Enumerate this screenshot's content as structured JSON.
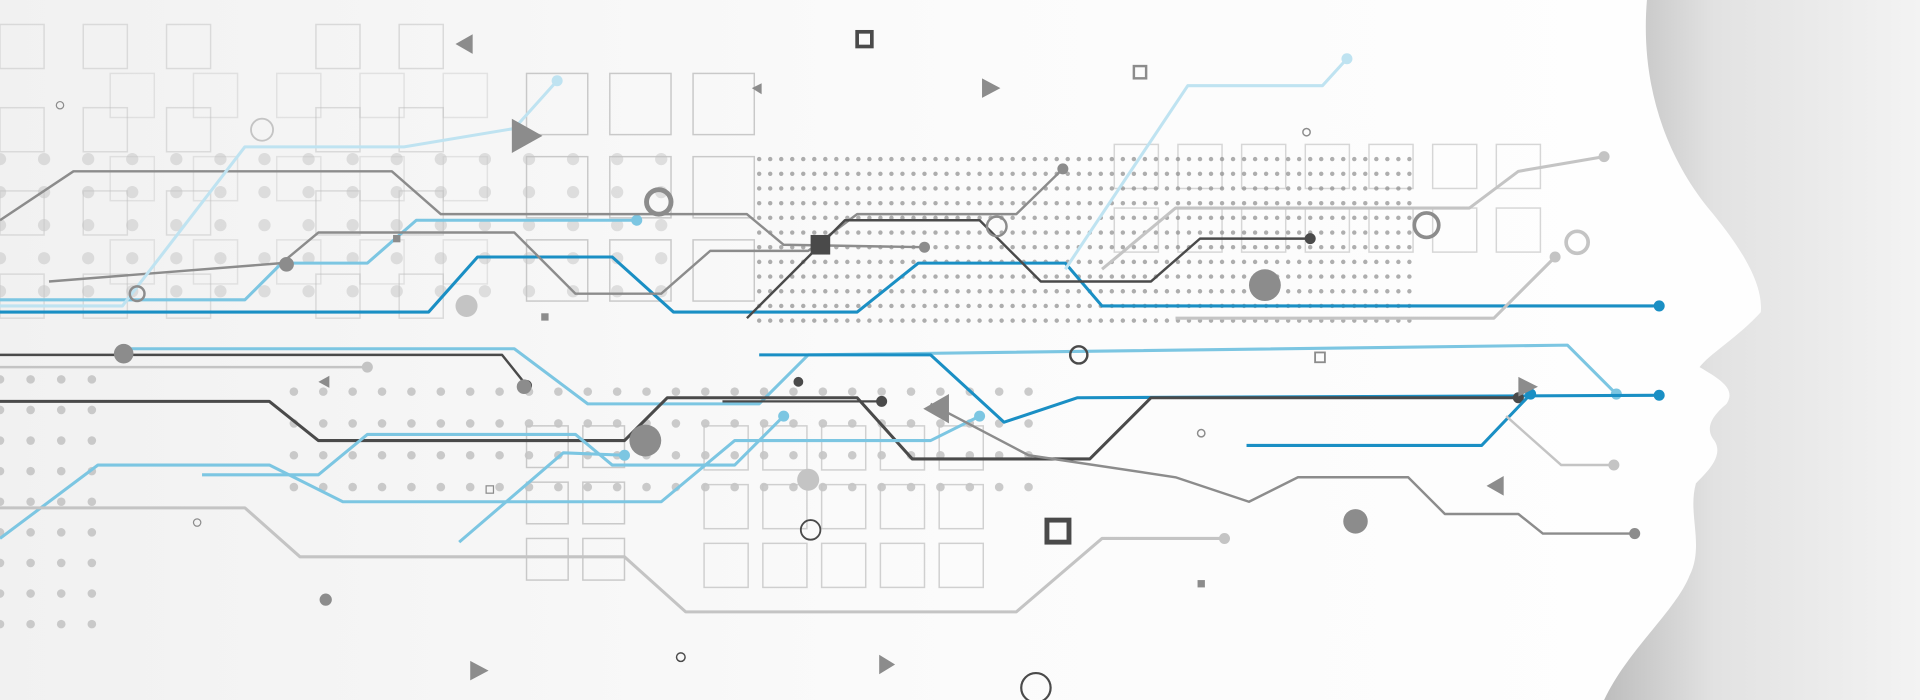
{
  "colors": {
    "background": "#f7f7f7",
    "face_shadow": "#cfcfcf",
    "blue": "#1a8fc4",
    "light_blue": "#7cc6e2",
    "pale_blue": "#bfe3f1",
    "dark_gray": "#4a4a4a",
    "mid_gray": "#8c8c8c",
    "light_gray": "#c4c4c4",
    "square_stroke": "#bdbdbd"
  },
  "icons": [
    "circuit-lines",
    "node-dots",
    "square-grid",
    "triangle-markers",
    "face-profile"
  ]
}
